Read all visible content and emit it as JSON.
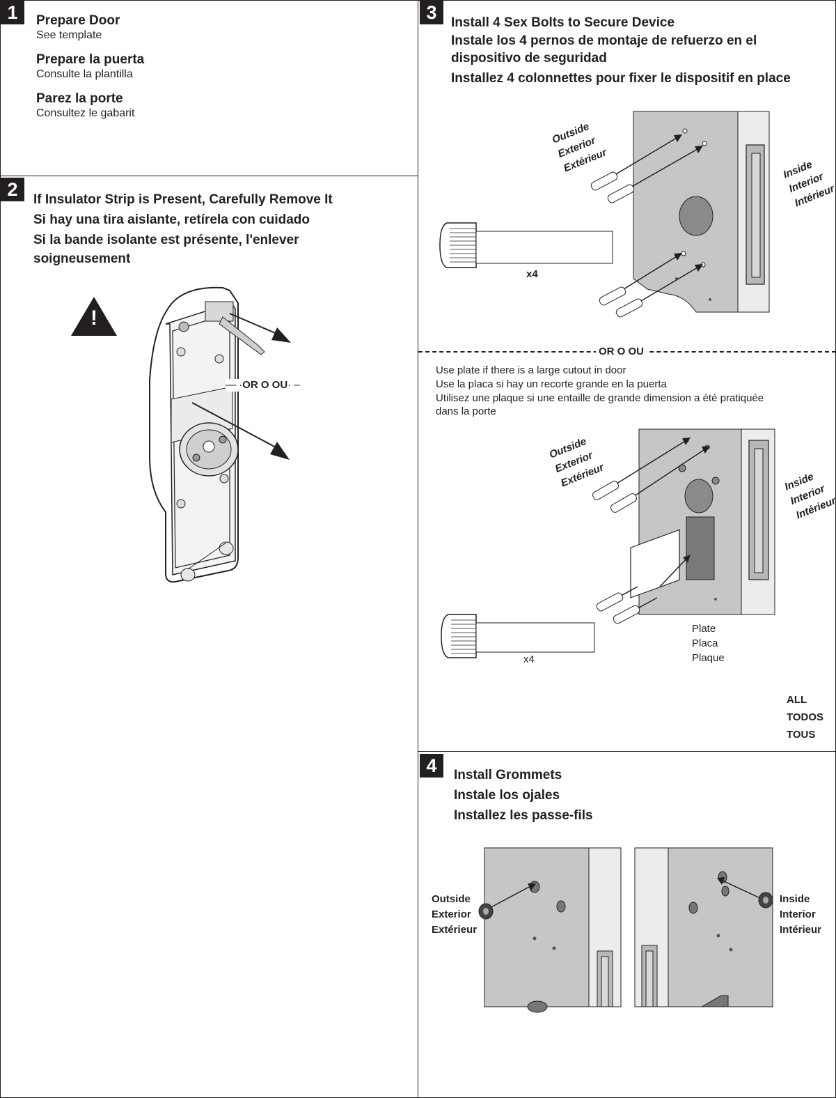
{
  "step1": {
    "number": "1",
    "lines": [
      {
        "title": "Prepare Door",
        "sub": "See template"
      },
      {
        "title": "Prepare la puerta",
        "sub": "Consulte la plantilla"
      },
      {
        "title": "Parez la porte",
        "sub": "Consultez le gabarit"
      }
    ]
  },
  "step2": {
    "number": "2",
    "titles": [
      "If Insulator Strip is Present, Carefully Remove It",
      "Si hay una tira aislante, retírela con cuidado",
      "Si la bande isolante est présente, l'enlever",
      "soigneusement"
    ],
    "or_label": "OR  O  OU",
    "warning_symbol": "!"
  },
  "step3": {
    "number": "3",
    "titles": [
      "Install 4 Sex Bolts to Secure Device",
      "Instale los 4 pernos de montaje de refuerzo en el",
      "dispositivo de seguridad",
      "Installez 4 colonnettes pour fixer le dispositif en place"
    ],
    "outside": [
      "Outside",
      "Exterior",
      "Extérieur"
    ],
    "inside": [
      "Inside",
      "Interior",
      "Intérieur"
    ],
    "quantity": "x4",
    "or_divider": "OR  O  OU",
    "plate_notes": [
      "Use plate if there is a large cutout in door",
      "Use la placa si hay un recorte grande en la puerta",
      "Utilisez une plaque si une entaille de grande dimension a été pratiquée",
      "dans la porte"
    ],
    "plate_label": [
      "Plate",
      "Placa",
      "Plaque"
    ],
    "all_label": [
      "ALL",
      "TODOS",
      "TOUS"
    ]
  },
  "step4": {
    "number": "4",
    "titles": [
      "Install Grommets",
      "Instale los ojales",
      "Installez les passe-fils"
    ],
    "outside": [
      "Outside",
      "Exterior",
      "Extérieur"
    ],
    "inside": [
      "Inside",
      "Interior",
      "Intérieur"
    ]
  },
  "colors": {
    "ink": "#231f20",
    "door": "#c6c6c6",
    "door_edge": "#e0e0e0"
  }
}
